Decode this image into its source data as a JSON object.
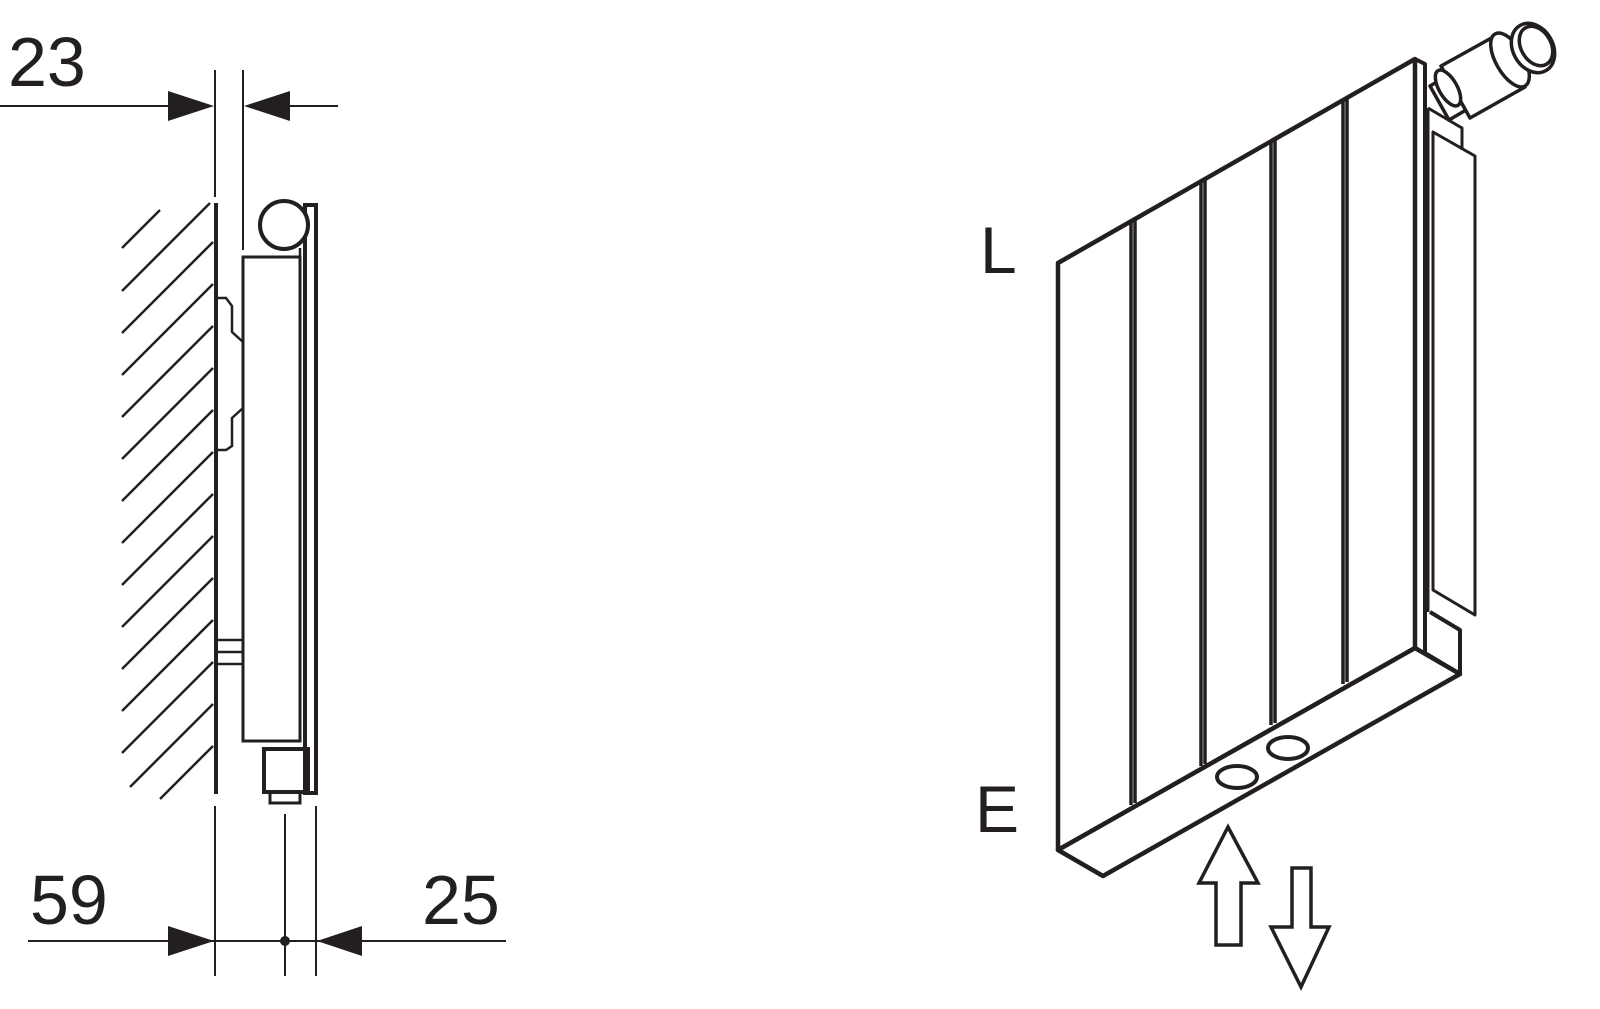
{
  "colors": {
    "line": "#231f20",
    "background": "#ffffff"
  },
  "side_view": {
    "dimensions": {
      "top": "23",
      "bottom_left": "59",
      "bottom_right": "25"
    }
  },
  "iso_view": {
    "labels": {
      "top": "L",
      "bottom": "E"
    },
    "flow_arrows": [
      "up-arrow-icon",
      "down-arrow-icon"
    ]
  }
}
